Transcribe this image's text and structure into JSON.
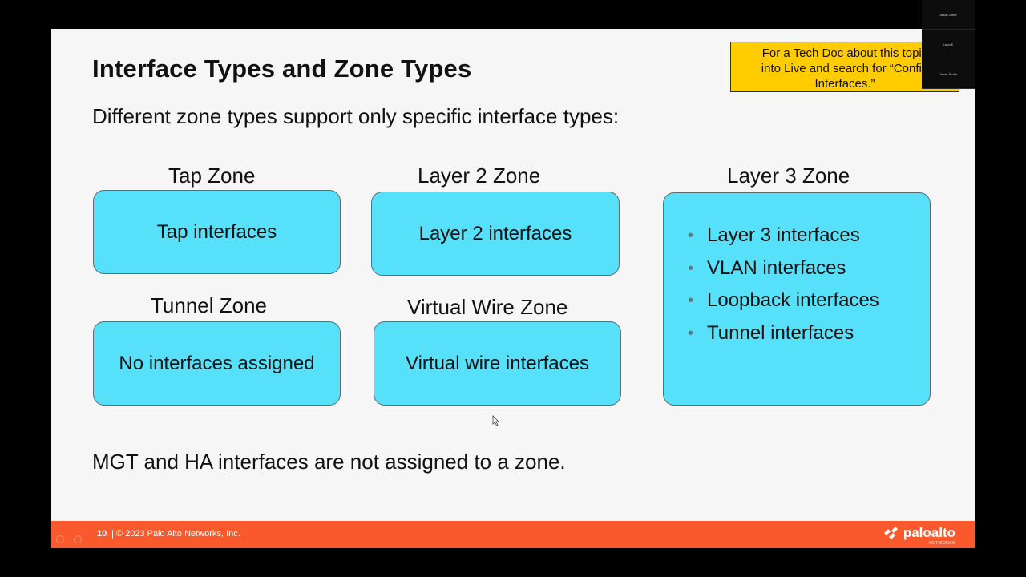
{
  "slide": {
    "title": "Interface Types and Zone Types",
    "subtitle": "Different zone types support only specific interface types:",
    "footnote": "MGT and HA interfaces are not assigned to a zone.",
    "callout": {
      "line1": "For a Tech Doc about this topic",
      "line2": "into Live and search for “Config",
      "line3": "Interfaces.”"
    },
    "zones": {
      "tap": {
        "label": "Tap Zone",
        "content": "Tap interfaces"
      },
      "layer2": {
        "label": "Layer 2 Zone",
        "content": "Layer 2 interfaces"
      },
      "tunnel": {
        "label": "Tunnel Zone",
        "content": "No interfaces assigned"
      },
      "vwire": {
        "label": "Virtual Wire Zone",
        "content": "Virtual wire interfaces"
      },
      "layer3": {
        "label": "Layer 3 Zone",
        "items": [
          "Layer 3 interfaces",
          "VLAN interfaces",
          "Loopback interfaces",
          "Tunnel interfaces"
        ]
      }
    }
  },
  "footer": {
    "page_number": "10",
    "copyright": "| © 2023 Palo Alto Networks, Inc.",
    "logo_text": "paloalto",
    "logo_sub": "NETWORKS"
  },
  "participants": [
    "Jason Zeller",
    "Lana E",
    "Jamie Smith"
  ],
  "colors": {
    "zone_fill": "#56e0f9",
    "callout_fill": "#ffcc00",
    "footer_bar": "#fa582d",
    "slide_bg": "#f6f6f6"
  },
  "icons": [
    "bullet-icon",
    "paloalto-logo-icon",
    "mouse-cursor-icon"
  ]
}
